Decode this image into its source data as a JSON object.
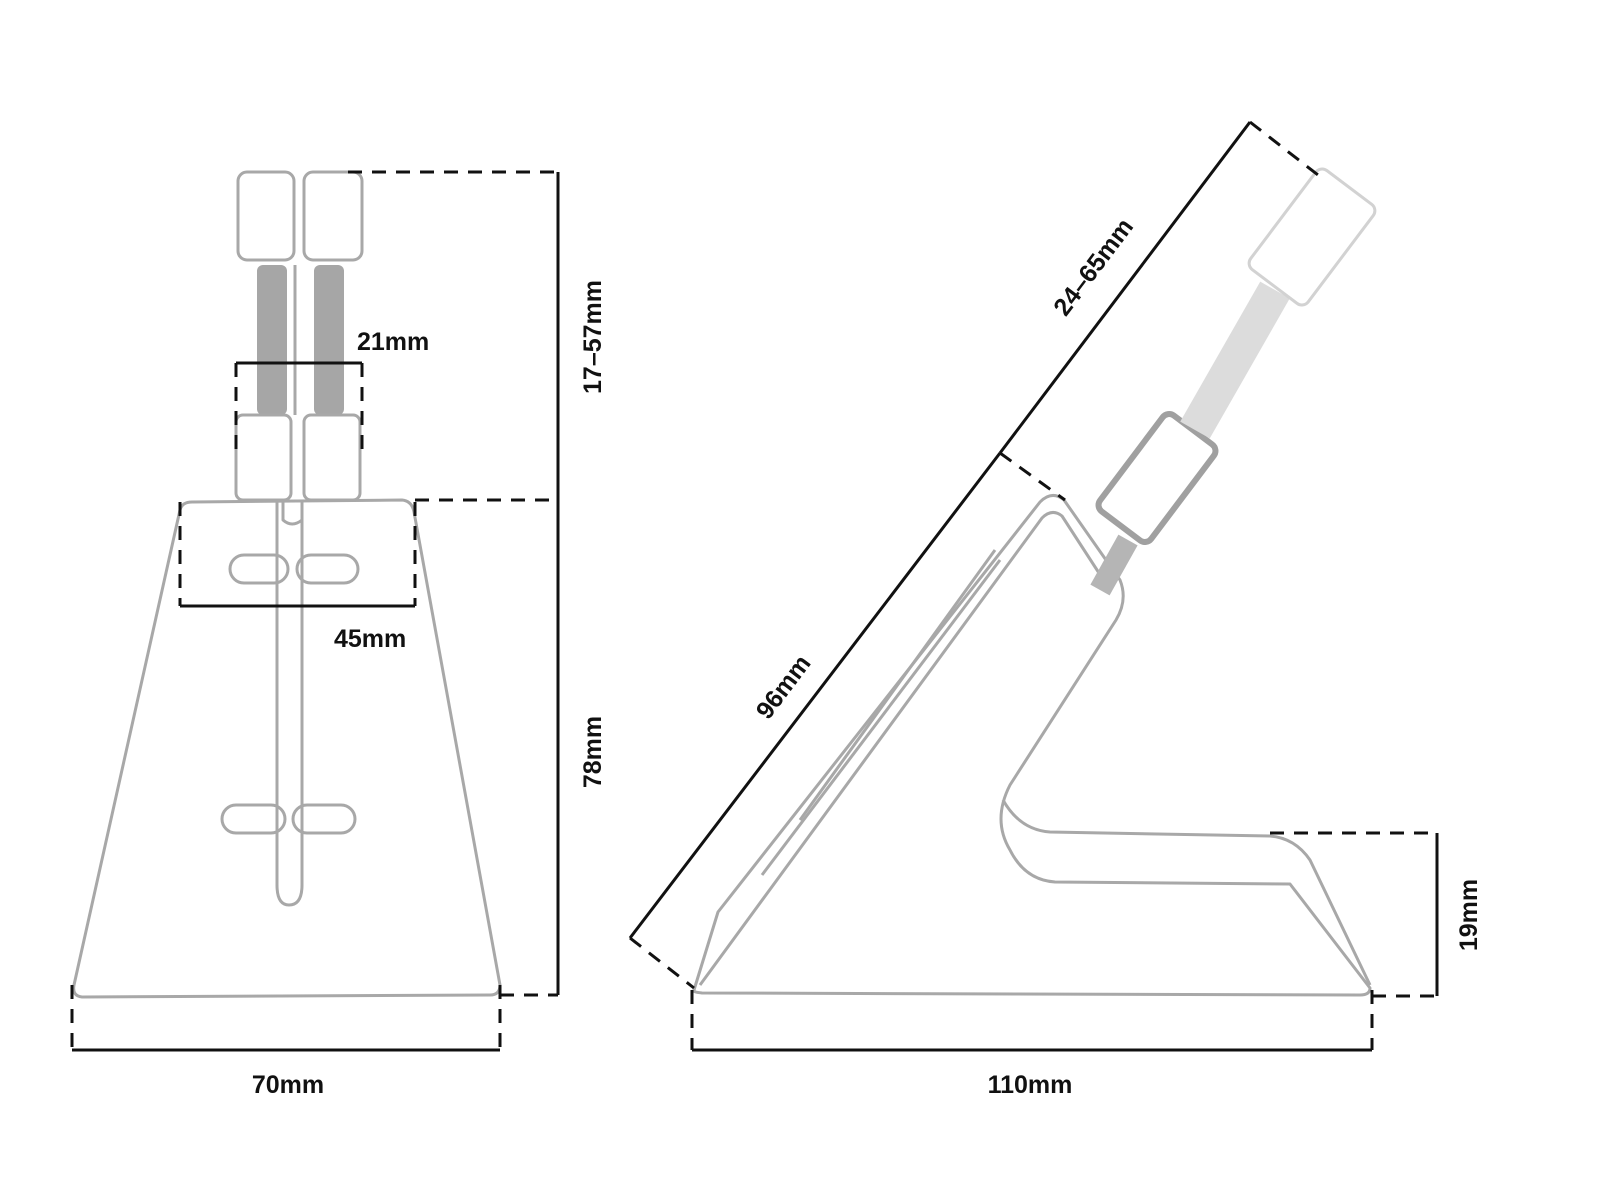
{
  "front_view": {
    "labels": {
      "spring_width": "21mm",
      "height_adjust": "17–57mm",
      "clip_width": "45mm",
      "base_height": "78mm",
      "base_width": "70mm"
    }
  },
  "side_view": {
    "labels": {
      "arm_extension": "24–65mm",
      "slope_length": "96mm",
      "foot_height": "19mm",
      "base_length": "110mm"
    }
  },
  "colors": {
    "outline": "#a8a8a8",
    "spring": "#a6a6a6",
    "dimension": "#111111",
    "faded": "#d2d2d2"
  }
}
